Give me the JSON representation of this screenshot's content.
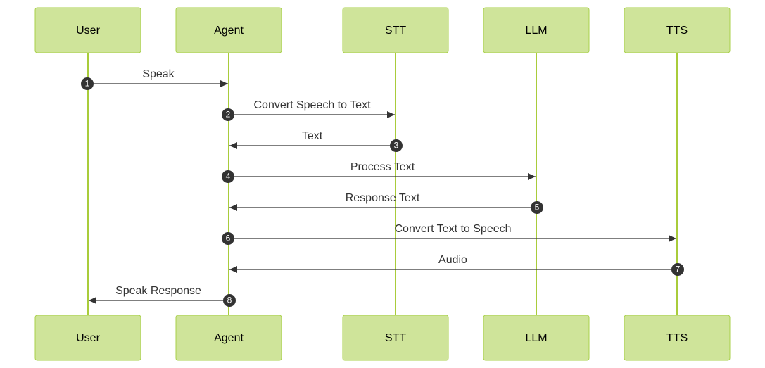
{
  "colors": {
    "actor_fill": "#cfe49a",
    "actor_stroke": "#a9d14a",
    "lifeline": "#a9cc3b",
    "message": "#333333",
    "badge": "#333333",
    "badge_text": "#ffffff"
  },
  "participants": [
    {
      "id": "user",
      "label": "User"
    },
    {
      "id": "agent",
      "label": "Agent"
    },
    {
      "id": "stt",
      "label": "STT"
    },
    {
      "id": "llm",
      "label": "LLM"
    },
    {
      "id": "tts",
      "label": "TTS"
    }
  ],
  "messages": [
    {
      "number": "1",
      "from": "user",
      "to": "agent",
      "label": "Speak"
    },
    {
      "number": "2",
      "from": "agent",
      "to": "stt",
      "label": "Convert Speech to Text"
    },
    {
      "number": "3",
      "from": "stt",
      "to": "agent",
      "label": "Text"
    },
    {
      "number": "4",
      "from": "agent",
      "to": "llm",
      "label": "Process Text"
    },
    {
      "number": "5",
      "from": "llm",
      "to": "agent",
      "label": "Response Text"
    },
    {
      "number": "6",
      "from": "agent",
      "to": "tts",
      "label": "Convert Text to Speech"
    },
    {
      "number": "7",
      "from": "tts",
      "to": "agent",
      "label": "Audio"
    },
    {
      "number": "8",
      "from": "agent",
      "to": "user",
      "label": "Speak Response"
    }
  ]
}
